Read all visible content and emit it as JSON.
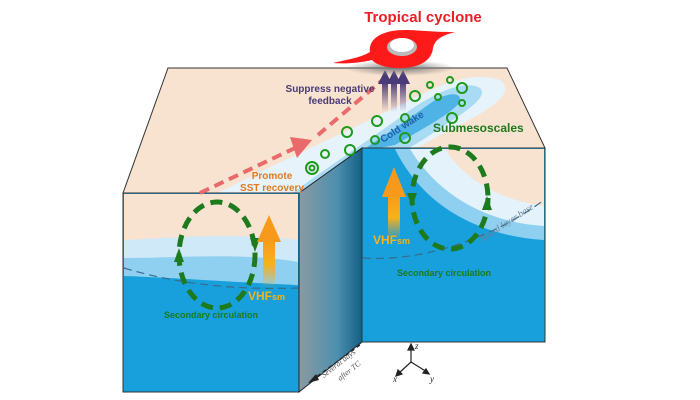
{
  "title": "Tropical cyclone",
  "labels": {
    "suppress_1": "Suppress negative",
    "suppress_2": "feedback",
    "cold_wake": "Cold wake",
    "submesoscales": "Submesoscales",
    "promote_1": "Promote",
    "promote_2": "SST recovery",
    "vhf_left": "VHF",
    "vhf_left_sub": "sm",
    "vhf_right": "VHF",
    "vhf_right_sub": "sm",
    "secondary_left": "Secondary circulation",
    "secondary_right": "Secondary circulation",
    "mixed_layer": "Mixed layer base",
    "time_1": "Several days",
    "time_2": "after TC",
    "axis_x": "x",
    "axis_y": "y",
    "axis_z": "z"
  },
  "colors": {
    "cyclone": "#ff1a1a",
    "ocean_surface": "#f8e2d0",
    "deep_ocean": "#17a0dc",
    "cold_wake": "#4fb3e6",
    "circulation": "#1d7a1d",
    "heat_flux": "#f7a21b",
    "sst_arrow": "#e86a6a",
    "feedback_arrow": "#4a3a78"
  }
}
